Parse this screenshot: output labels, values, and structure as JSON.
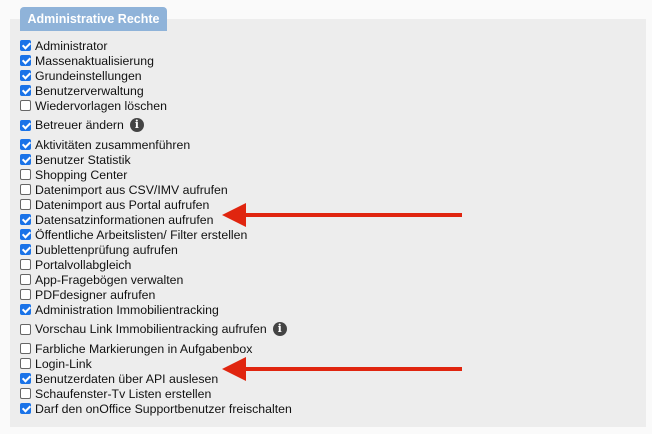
{
  "panel": {
    "title": "Administrative Rechte",
    "accent_color": "#8fb3d9",
    "items": [
      {
        "label": "Administrator",
        "checked": true
      },
      {
        "label": "Massenaktualisierung",
        "checked": true
      },
      {
        "label": "Grundeinstellungen",
        "checked": true
      },
      {
        "label": "Benutzerverwaltung",
        "checked": true
      },
      {
        "label": "Wiedervorlagen löschen",
        "checked": false
      },
      {
        "label": "Betreuer ändern",
        "checked": true,
        "info_icon": true
      },
      {
        "label": "Aktivitäten zusammenführen",
        "checked": true
      },
      {
        "label": "Benutzer Statistik",
        "checked": true
      },
      {
        "label": "Shopping Center",
        "checked": false
      },
      {
        "label": "Datenimport aus CSV/IMV aufrufen",
        "checked": false
      },
      {
        "label": "Datenimport aus Portal aufrufen",
        "checked": false
      },
      {
        "label": "Datensatzinformationen aufrufen",
        "checked": true,
        "highlighted": true
      },
      {
        "label": "Öffentliche Arbeitslisten/ Filter erstellen",
        "checked": true
      },
      {
        "label": "Dublettenprüfung aufrufen",
        "checked": true
      },
      {
        "label": "Portalvollabgleich",
        "checked": false
      },
      {
        "label": "App-Fragebögen verwalten",
        "checked": false
      },
      {
        "label": "PDFdesigner aufrufen",
        "checked": false
      },
      {
        "label": "Administration Immobilientracking",
        "checked": true
      },
      {
        "label": "Vorschau Link Immobilientracking aufrufen",
        "checked": false,
        "info_icon": true
      },
      {
        "label": "Farbliche Markierungen in Aufgabenbox",
        "checked": false
      },
      {
        "label": "Login-Link",
        "checked": false
      },
      {
        "label": "Benutzerdaten über API auslesen",
        "checked": true,
        "highlighted": true
      },
      {
        "label": "Schaufenster-Tv Listen erstellen",
        "checked": false
      },
      {
        "label": "Darf den onOffice Supportbenutzer freischalten",
        "checked": true
      }
    ]
  },
  "info_icon_glyph": "i",
  "annotation": {
    "arrow_color": "#e0250f"
  }
}
